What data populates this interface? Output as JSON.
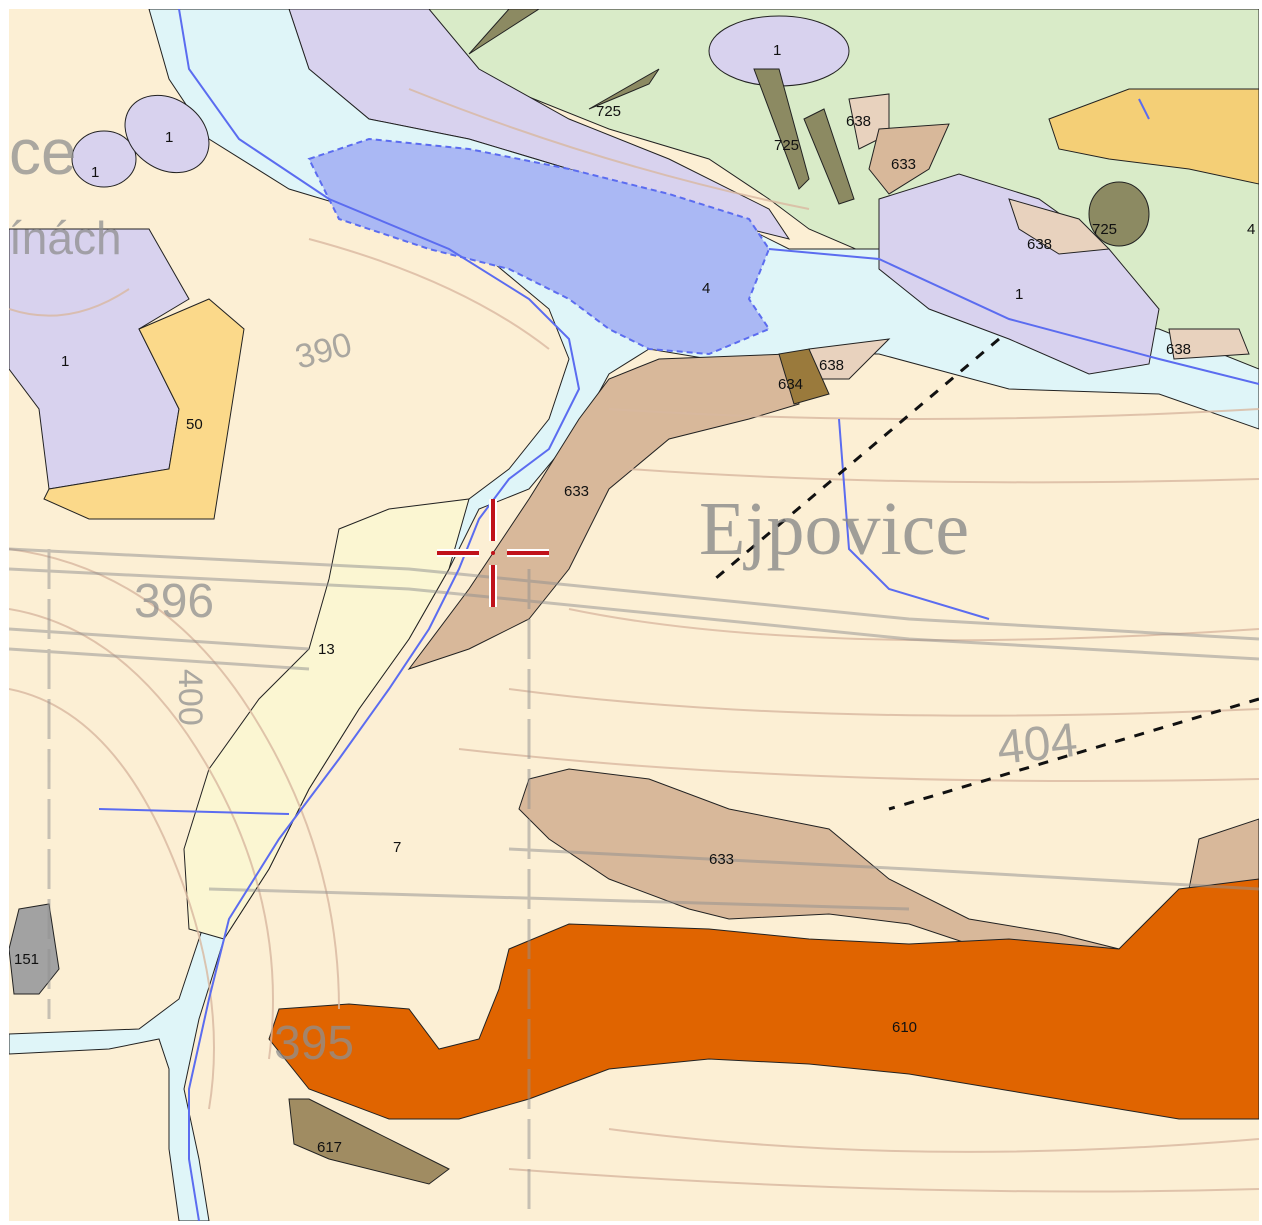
{
  "map": {
    "colors": {
      "base": "#fcefd4",
      "unit_1": "#d8d2ee",
      "unit_4": "#dff5f8",
      "unit_7": "#fcefd4",
      "unit_13": "#fbf6d2",
      "unit_50": "#fbd98a",
      "unit_151": "#a2a2a2",
      "unit_610": "#e06400",
      "unit_617": "#a08c62",
      "unit_633": "#d8b89a",
      "unit_634": "#9a7a3c",
      "unit_638": "#e8d2be",
      "unit_725": "#8c8a62",
      "green_unit": "#d9ebc8",
      "yellow_unit": "#f4cf76",
      "water_line": "#5b6cf0",
      "water_fill": "#dff5f8",
      "contour": "#d9b8a0",
      "topo_overlay": "#8f8f8f",
      "crosshair": "#c0121a"
    },
    "unit_labels": {
      "u1_a": "1",
      "u1_b": "1",
      "u1_c": "1",
      "u1_d": "1",
      "u1_e": "1",
      "u4": "4",
      "u7": "7",
      "u13": "13",
      "u50": "50",
      "u151": "151",
      "u610": "610",
      "u617": "617",
      "u633_a": "633",
      "u633_b": "633",
      "u633_c": "633",
      "u634": "634",
      "u638_a": "638",
      "u638_b": "638",
      "u638_c": "638",
      "u638_d": "638",
      "u725_a": "725",
      "u725_b": "725",
      "u725_c": "725",
      "u4_edge": "4"
    },
    "topo_labels": {
      "town": "Ejpovice",
      "elev_396": "396",
      "elev_395": "395",
      "elev_404": "404",
      "elev_390": "390",
      "elev_400": "400",
      "partial_ce": "ce",
      "partial_inach": "ínách"
    },
    "icons": {
      "crosshair": "crosshair-icon"
    }
  }
}
